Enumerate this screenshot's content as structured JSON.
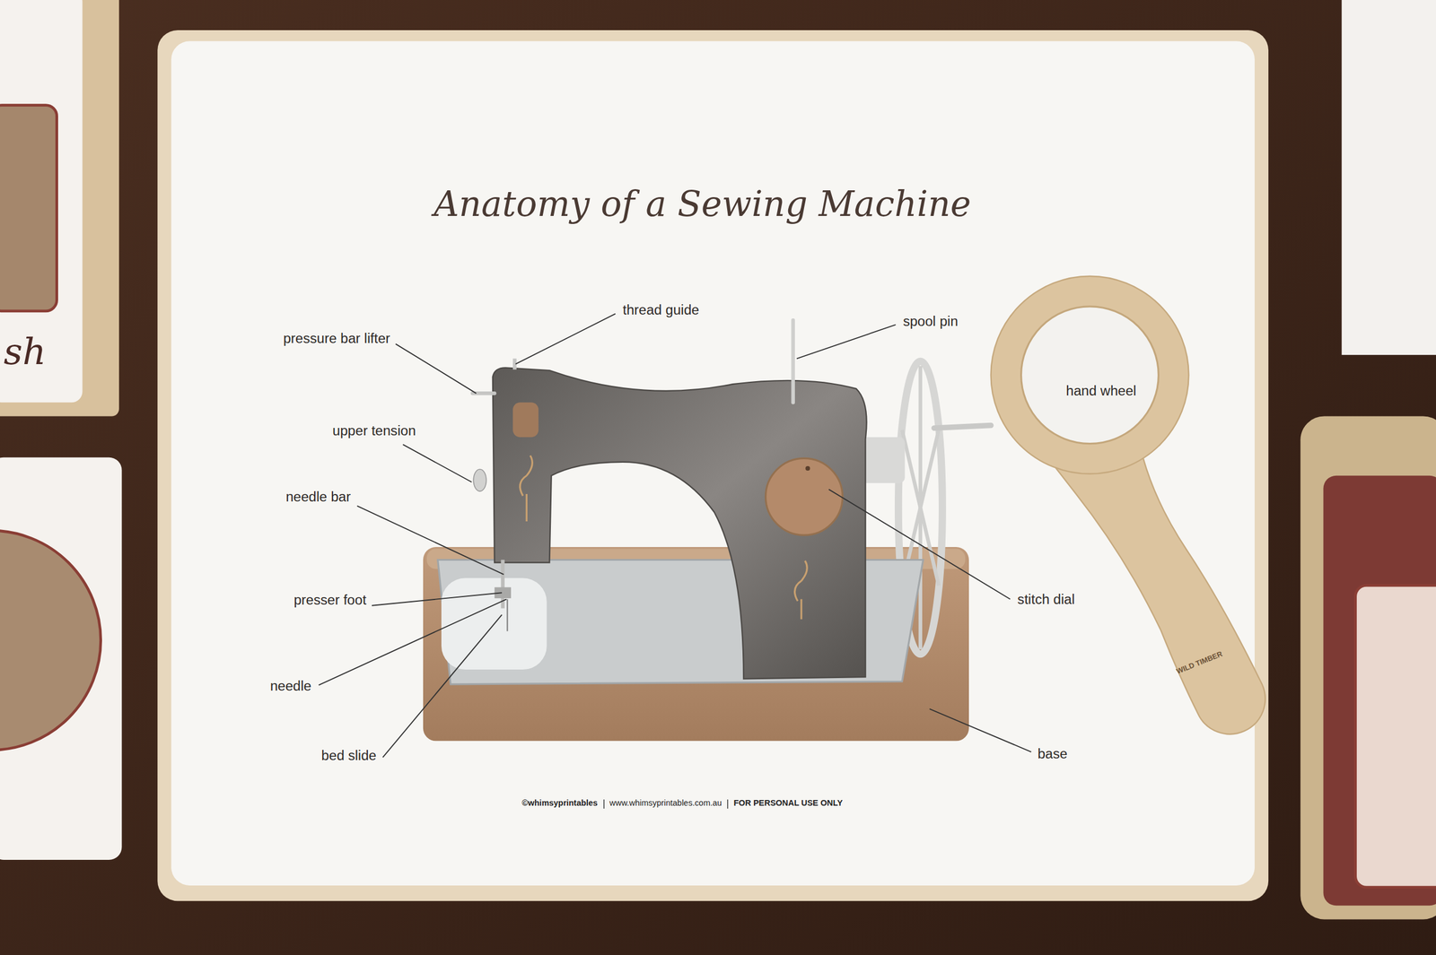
{
  "diagram": {
    "title": "Anatomy of a Sewing Machine",
    "labels": [
      "thread guide",
      "spool pin",
      "pressure bar lifter",
      "hand wheel",
      "upper tension",
      "needle bar",
      "presser foot",
      "stitch dial",
      "needle",
      "bed slide",
      "base",
      "©whimsyprintables",
      "www.whimsyprintables.com.au",
      "FOR PERSONAL USE ONLY",
      "WILD TIMBER",
      "sh"
    ]
  }
}
